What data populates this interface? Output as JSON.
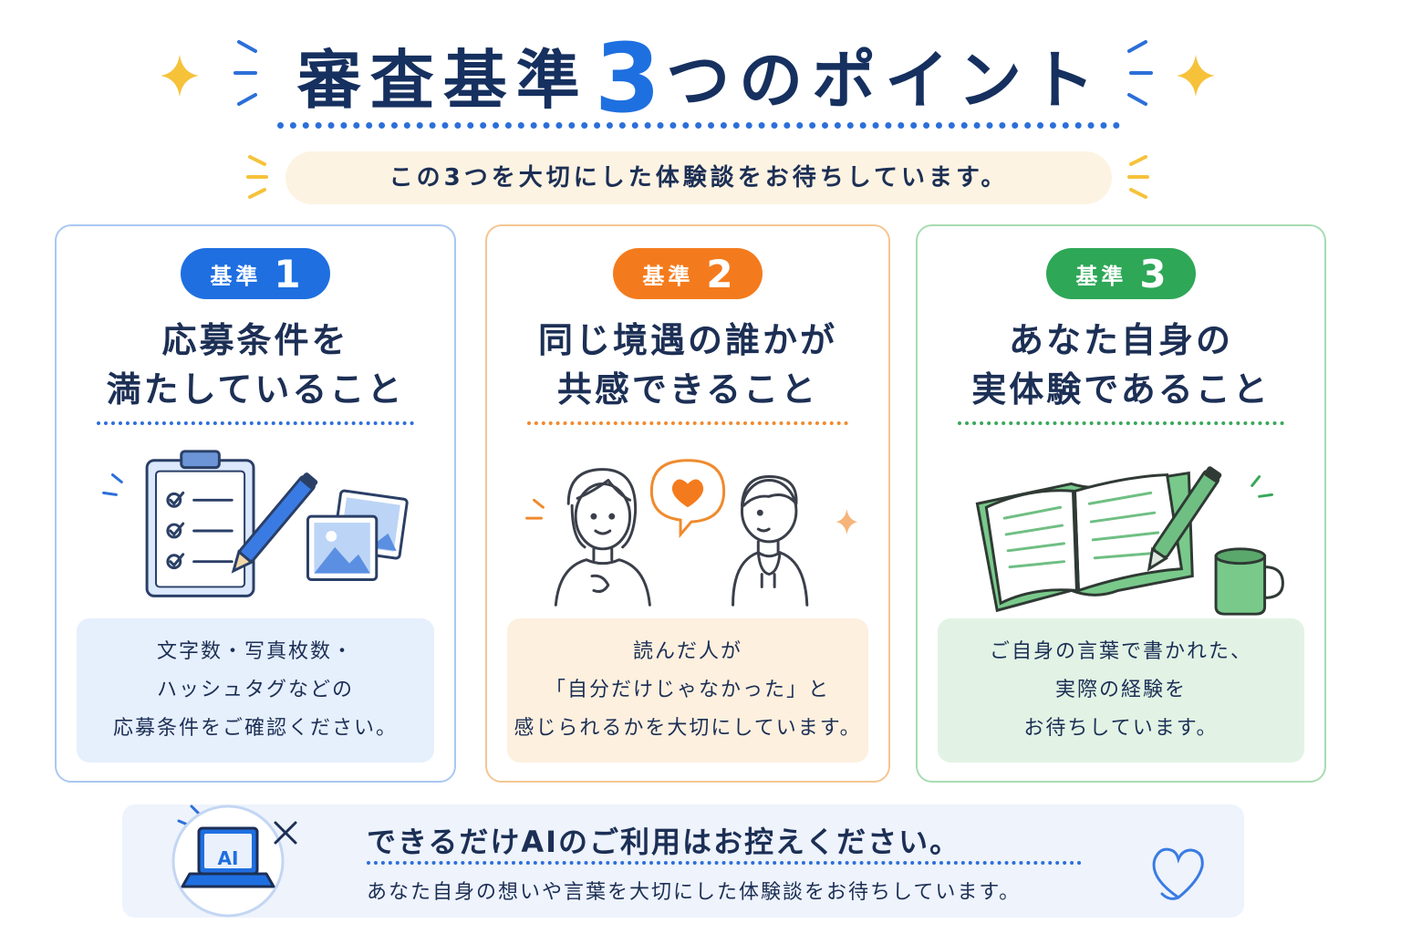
{
  "header": {
    "title_pre": "審査基準",
    "title_num": "3",
    "title_post": "つのポイント",
    "subtitle": "この3つを大切にした体験談をお待ちしています。"
  },
  "criteria": [
    {
      "badge_label": "基準",
      "badge_number": "1",
      "title_lines": [
        "応募条件を",
        "満たしていること"
      ],
      "note_lines": [
        "文字数・写真枚数・",
        "ハッシュタグなどの",
        "応募条件をご確認ください。"
      ],
      "icon": "clipboard-checklist-icon",
      "accent": "#1f6fe1"
    },
    {
      "badge_label": "基準",
      "badge_number": "2",
      "title_lines": [
        "同じ境遇の誰かが",
        "共感できること"
      ],
      "note_lines": [
        "読んだ人が",
        "「自分だけじゃなかった」と",
        "感じられるかを大切にしています。"
      ],
      "icon": "two-people-heart-icon",
      "accent": "#f47b1d"
    },
    {
      "badge_label": "基準",
      "badge_number": "3",
      "title_lines": [
        "あなた自身の",
        "実体験であること"
      ],
      "note_lines": [
        "ご自身の言葉で書かれた、",
        "実際の経験を",
        "お待ちしています。"
      ],
      "icon": "open-notebook-icon",
      "accent": "#2ea757"
    }
  ],
  "banner": {
    "laptop_label": "AI",
    "main": "できるだけAIのご利用はお控えください。",
    "sub": "あなた自身の想いや言葉を大切にした体験談をお待ちしています。"
  },
  "colors": {
    "navy": "#16305f",
    "blue": "#1f6fe1",
    "orange": "#f47b1d",
    "green": "#2ea757",
    "yellow": "#f6c23a"
  }
}
